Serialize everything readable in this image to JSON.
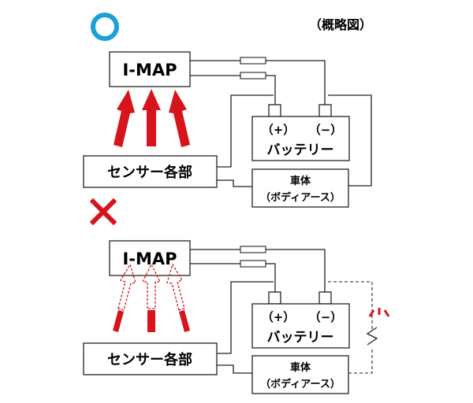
{
  "caption": "（概略図）",
  "correct_mark": "○",
  "wrong_mark": "×",
  "colors": {
    "good_mark": "#1aa0d8",
    "bad_mark": "#d7141c",
    "arrow": "#d7141c",
    "line": "#222222"
  },
  "labels": {
    "imap": "I-MAP",
    "sensor": "センサー各部",
    "battery": "バッテリー",
    "plus": "（+）",
    "minus": "（−）",
    "body_line1": "車体",
    "body_line2": "（ボディアース）"
  }
}
